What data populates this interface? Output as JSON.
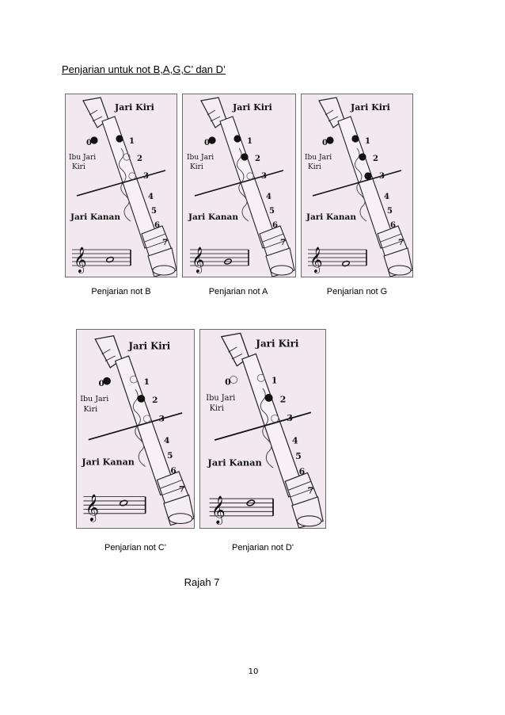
{
  "heading": "Penjarian untuk  not B,A,G,C’ dan D’",
  "labels": {
    "left_fingers": "Jari Kiri",
    "thumb_line1": "Ibu Jari",
    "thumb_line2": "Kiri",
    "right_fingers": "Jari Kanan",
    "hole_numbers": [
      "0",
      "1",
      "2",
      "3",
      "4",
      "5",
      "6",
      "7"
    ]
  },
  "panels": [
    {
      "caption": "Penjarian not B",
      "closed_holes": [
        "0",
        "1"
      ]
    },
    {
      "caption": "Penjarian not A",
      "closed_holes": [
        "0",
        "1",
        "2"
      ]
    },
    {
      "caption": "Penjarian not G",
      "closed_holes": [
        "0",
        "1",
        "2",
        "3"
      ]
    },
    {
      "caption": "Penjarian not C'",
      "closed_holes": [
        "0",
        "2"
      ]
    },
    {
      "caption": "Penjarian not D'",
      "closed_holes": [
        "2"
      ]
    }
  ],
  "figure_label": "Rajah 7",
  "page_number": "10",
  "colors": {
    "panel_background": "#f2e8ef",
    "ink": "#111111"
  }
}
